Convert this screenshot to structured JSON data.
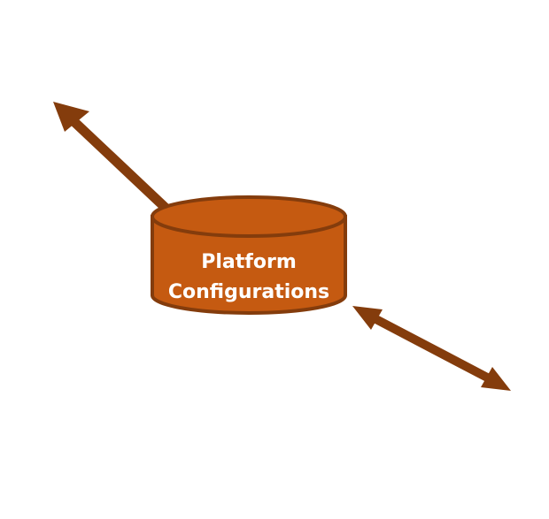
{
  "diagram": {
    "database_node": {
      "label_line1": "Platform",
      "label_line2": "Configurations",
      "fill_color": "#C55A11",
      "outline_color": "#843C0C",
      "label_color": "#ffffff"
    },
    "arrows": [
      {
        "id": "upper-left-arrow",
        "heads": "single"
      },
      {
        "id": "lower-right-arrow",
        "heads": "double"
      }
    ],
    "arrow_color": "#843C0C"
  }
}
